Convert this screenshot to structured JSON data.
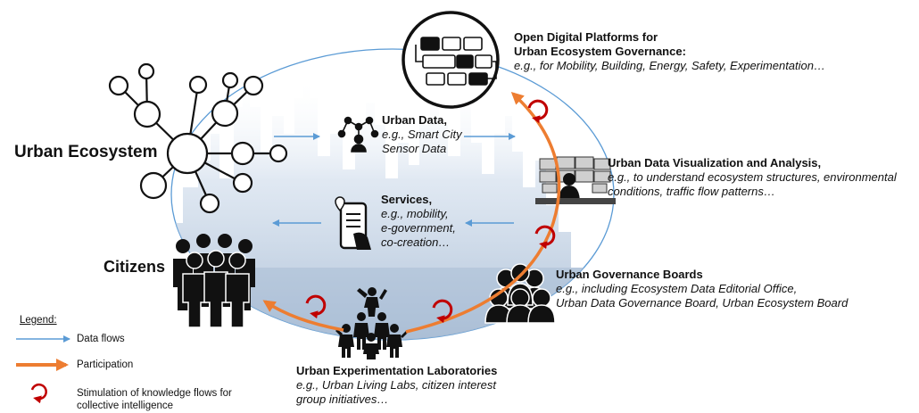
{
  "ecosystem": {
    "title": "Urban Ecosystem"
  },
  "citizens": {
    "title": "Citizens"
  },
  "platforms": {
    "title_line1": "Open Digital Platforms for",
    "title_line2": "Urban Ecosystem Governance:",
    "examples": "e.g., for Mobility, Building, Energy, Safety, Experimentation…"
  },
  "urban_data": {
    "title": "Urban Data,",
    "line1": "e.g., Smart City",
    "line2": "Sensor Data"
  },
  "services": {
    "title": "Services,",
    "line1": "e.g., mobility,",
    "line2": "e-government,",
    "line3": "co-creation…"
  },
  "visualization": {
    "title": "Urban Data Visualization and Analysis,",
    "line1": "e.g., to understand ecosystem structures, environmental",
    "line2": "conditions, traffic flow patterns…"
  },
  "boards": {
    "title": "Urban Governance Boards",
    "line1": "e.g., including Ecosystem Data Editorial Office,",
    "line2": "Urban Data Governance Board, Urban Ecosystem Board"
  },
  "labs": {
    "title": "Urban Experimentation Laboratories",
    "line1": "e.g., Urban Living Labs, citizen interest",
    "line2": "group initiatives…"
  },
  "legend": {
    "title": "Legend:",
    "data_flows": "Data flows",
    "participation": "Participation",
    "stimulation_line1": "Stimulation of knowledge flows for",
    "stimulation_line2": "collective intelligence"
  },
  "colors": {
    "data_flow": "#5b9bd5",
    "participation": "#ed7d31",
    "stimulation": "#c00000",
    "ellipse_stroke": "#5b9bd5",
    "ellipse_fill": "#ffffff",
    "city_fill": "#b4c7dc",
    "icon": "#111111"
  }
}
